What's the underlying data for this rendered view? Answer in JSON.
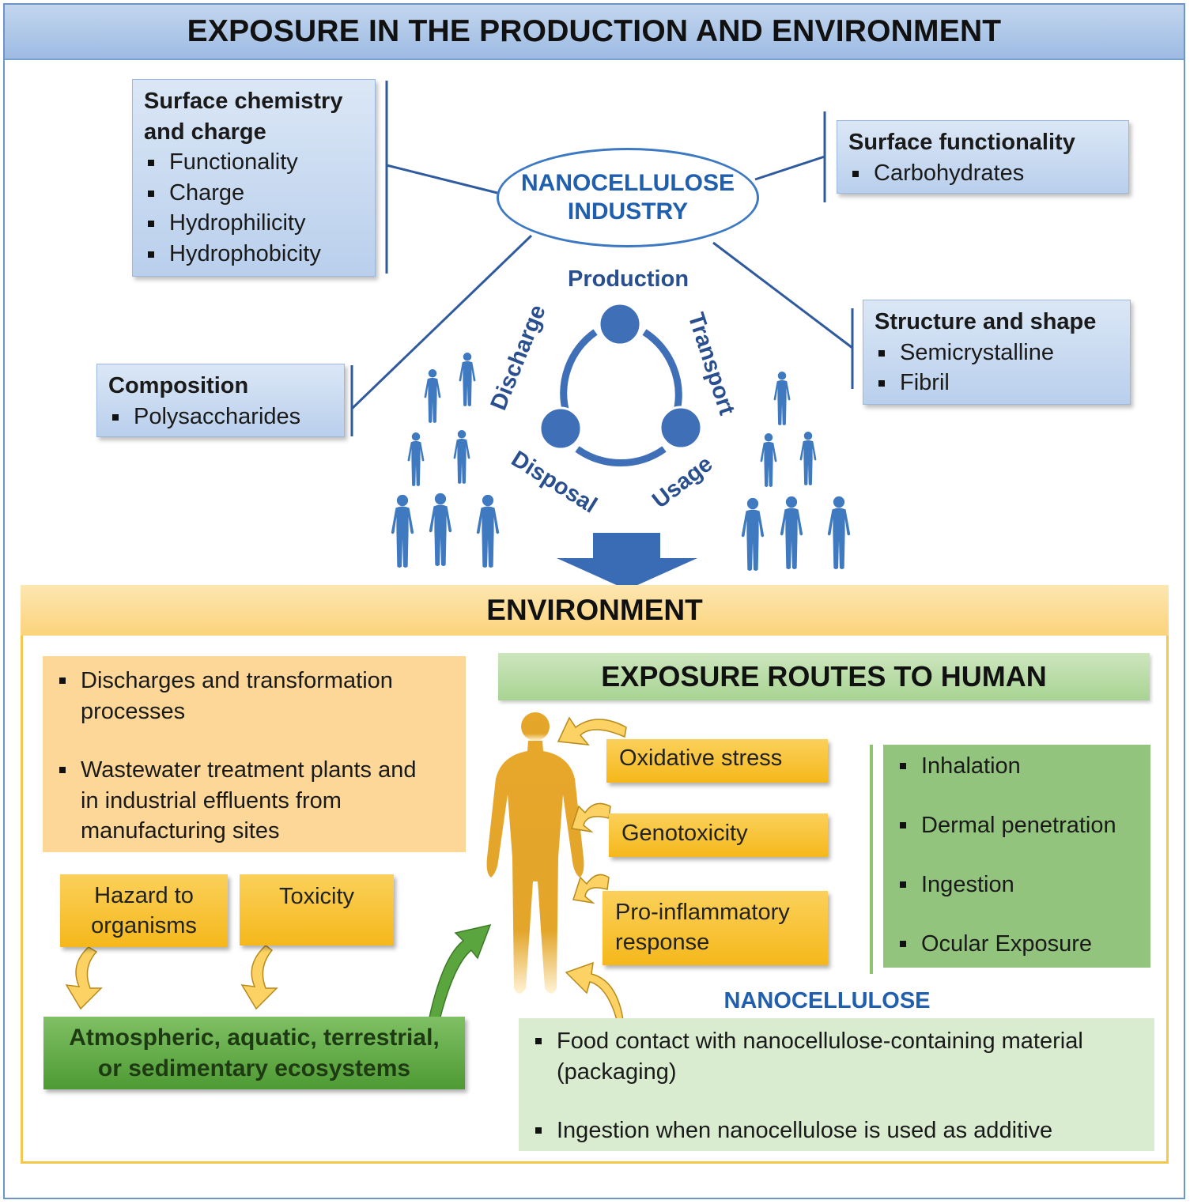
{
  "title": "EXPOSURE IN THE PRODUCTION AND ENVIRONMENT",
  "industry": {
    "line1": "NANOCELLULOSE",
    "line2": "INDUSTRY"
  },
  "properties": {
    "surface_chemistry": {
      "heading_line1": "Surface chemistry",
      "heading_line2": "and charge",
      "items": [
        "Functionality",
        "Charge",
        "Hydrophilicity",
        "Hydrophobicity"
      ]
    },
    "surface_functionality": {
      "heading": "Surface functionality",
      "items": [
        "Carbohydrates"
      ]
    },
    "structure_shape": {
      "heading": "Structure and shape",
      "items": [
        "Semicrystalline",
        "Fibril"
      ]
    },
    "composition": {
      "heading": "Composition",
      "items": [
        "Polysaccharides"
      ]
    }
  },
  "lifecycle": {
    "production": "Production",
    "transport": "Transport",
    "usage": "Usage",
    "disposal": "Disposal",
    "discharge": "Discharge"
  },
  "environment": {
    "title": "ENVIRONMENT",
    "sources": [
      {
        "line1": "Discharges and transformation",
        "line2": "processes"
      },
      {
        "line1": "Wastewater treatment plants and",
        "line2": "in industrial effluents from",
        "line3": "manufacturing sites"
      }
    ],
    "hazard": {
      "line1": "Hazard to",
      "line2": "organisms"
    },
    "toxicity": "Toxicity",
    "ecosystems": {
      "line1": "Atmospheric, aquatic, terrestrial,",
      "line2": "or sedimentary ecosystems"
    }
  },
  "exposure": {
    "title": "EXPOSURE ROUTES TO HUMAN",
    "effects": {
      "oxidative": "Oxidative stress",
      "genotoxicity": "Genotoxicity",
      "proinflammatory_line1": "Pro-inflammatory",
      "proinflammatory_line2": "response"
    },
    "routes": [
      "Inhalation",
      "Dermal penetration",
      "Ingestion",
      "Ocular Exposure"
    ],
    "nanocellulose_label": "NANOCELLULOSE",
    "food": [
      {
        "line1": "Food contact with nanocellulose-containing material",
        "line2": "(packaging)"
      },
      {
        "line1": "Ingestion when nanocellulose is used as additive"
      }
    ]
  },
  "colors": {
    "title_blue": "#9dbbe3",
    "industry_blue": "#3d79c2",
    "figure_blue": "#3f79bf",
    "env_yellow": "#fbd37b",
    "body_gold": "#e3a52a",
    "green": "#4e9a34"
  }
}
